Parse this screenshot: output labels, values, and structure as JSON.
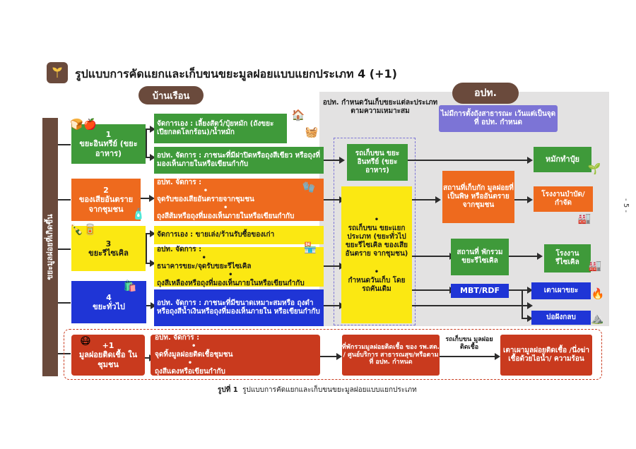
{
  "page": {
    "title": "รูปแบบการคัดแยกและเก็บขนขยะมูลฝอยแบบแยกประเภท 4 (+1)",
    "page_number": "- 5 -",
    "caption_label": "รูปที่ 1",
    "caption_text": "รูปแบบการคัดแยกและเก็บขนขยะมูลฝอยแบบแยกประเภท"
  },
  "headers": {
    "household": "บ้านเรือน",
    "local_gov": "อปท.",
    "local_gov_schedule": "อปท. กำหนดวันเก็บขยะแต่ละประเภทตามความเหมาะสม",
    "no_public_bins": "ไม่มีการตั้งถังสาธารณะ เว้นแต่เป็นจุดที่ อปท. กำหนด",
    "vertical_label": "ขยะมูลฝอยที่เกิดขึ้น"
  },
  "sources": [
    {
      "number": "1",
      "label": "ขยะอินทรีย์ (ขยะอาหาร)"
    },
    {
      "number": "2",
      "label": "ของเสียอันตราย จากชุมชน"
    },
    {
      "number": "3",
      "label": "ขยะรีไซเคิล"
    },
    {
      "number": "4",
      "label": "ขยะทั่วไป"
    },
    {
      "number": "+1",
      "label": "มูลฝอยติดเชื้อ ในชุมชน"
    }
  ],
  "handling": {
    "organic_self": "จัดการเอง : เลี้ยงสัตว์/ปุ๋ยหมัก (ถังขยะเปียกลดโลกร้อน)/น้ำหมัก",
    "organic_lgo": "อปท. จัดการ : ภาชนะที่มีฝาปิดหรือถุงสีเขียว หรือถุงที่มองเห็นภายในหรือเขียนกำกับ",
    "hazard_title": "อปท. จัดการ :",
    "hazard_items": [
      "จุดรับของเสียอันตรายจากชุมชน",
      "ถุงสีส้มหรือถุงที่มองเห็นภายในหรือเขียนกำกับ"
    ],
    "recycle_self": "จัดการเอง : ขายเล่ง/ร้านรับซื้อของเก่า",
    "recycle_title": "อปท. จัดการ :",
    "recycle_items": [
      "ธนาคารขยะ/จุดรับขยะรีไซเคิล",
      "ถุงสีเหลืองหรือถุงที่มองเห็นภายในหรือเขียนกำกับ"
    ],
    "general_lgo": "อปท. จัดการ : ภาชนะที่มีขนาดเหมาะสมหรือ ถุงดำหรือถุงสีน้ำเงินหรือถุงที่มองเห็นภายใน หรือเขียนกำกับ",
    "infectious_title": "อปท. จัดการ :",
    "infectious_items": [
      "จุดทิ้งมูลฝอยติดเชื้อชุมชน",
      "ถุงสีแดงหรือเขียนกำกับ"
    ]
  },
  "collection": {
    "organic_truck": "รถเก็บขน ขยะอินทรีย์ (ขยะอาหาร)",
    "mixed_truck": [
      "รถเก็บขน ขยะแยกประเภท (ขยะทั่วไป ขยะรีไซเคิล ของเสียอันตราย จากชุมชน)",
      "กำหนดวันเก็บ โดยรถคันเดิม"
    ],
    "infectious_collect": "ที่พักรวมมูลฝอยติดเชื้อ ของ รพ.สต. / ศูนย์บริการ สาธารณสุข/หรือตามที่ อปท. กำหนด",
    "infectious_truck": "รถเก็บขน มูลฝอยติดเชื้อ"
  },
  "destinations": {
    "compost": "หมักทำปุ๋ย",
    "hazard_storage": "สถานที่เก็บกัก มูลฝอยที่เป็นพิษ หรืออันตราย จากชุมชน",
    "treatment_plant": "โรงงานบำบัด/ กำจัด",
    "recycle_station": "สถานที่ พักรวม ขยะรีไซเคิล",
    "recycle_plant": "โรงงาน รีไซเคิล",
    "mbt": "MBT/RDF",
    "incinerator": "เตาเผาขยะ",
    "landfill": "บ่อฝังกลบ",
    "infectious_incinerator": "เตาเผามูลฝอยติดเชื้อ /นึ่งฆ่าเชื้อด้วยไอน้ำ/ ความร้อน"
  }
}
